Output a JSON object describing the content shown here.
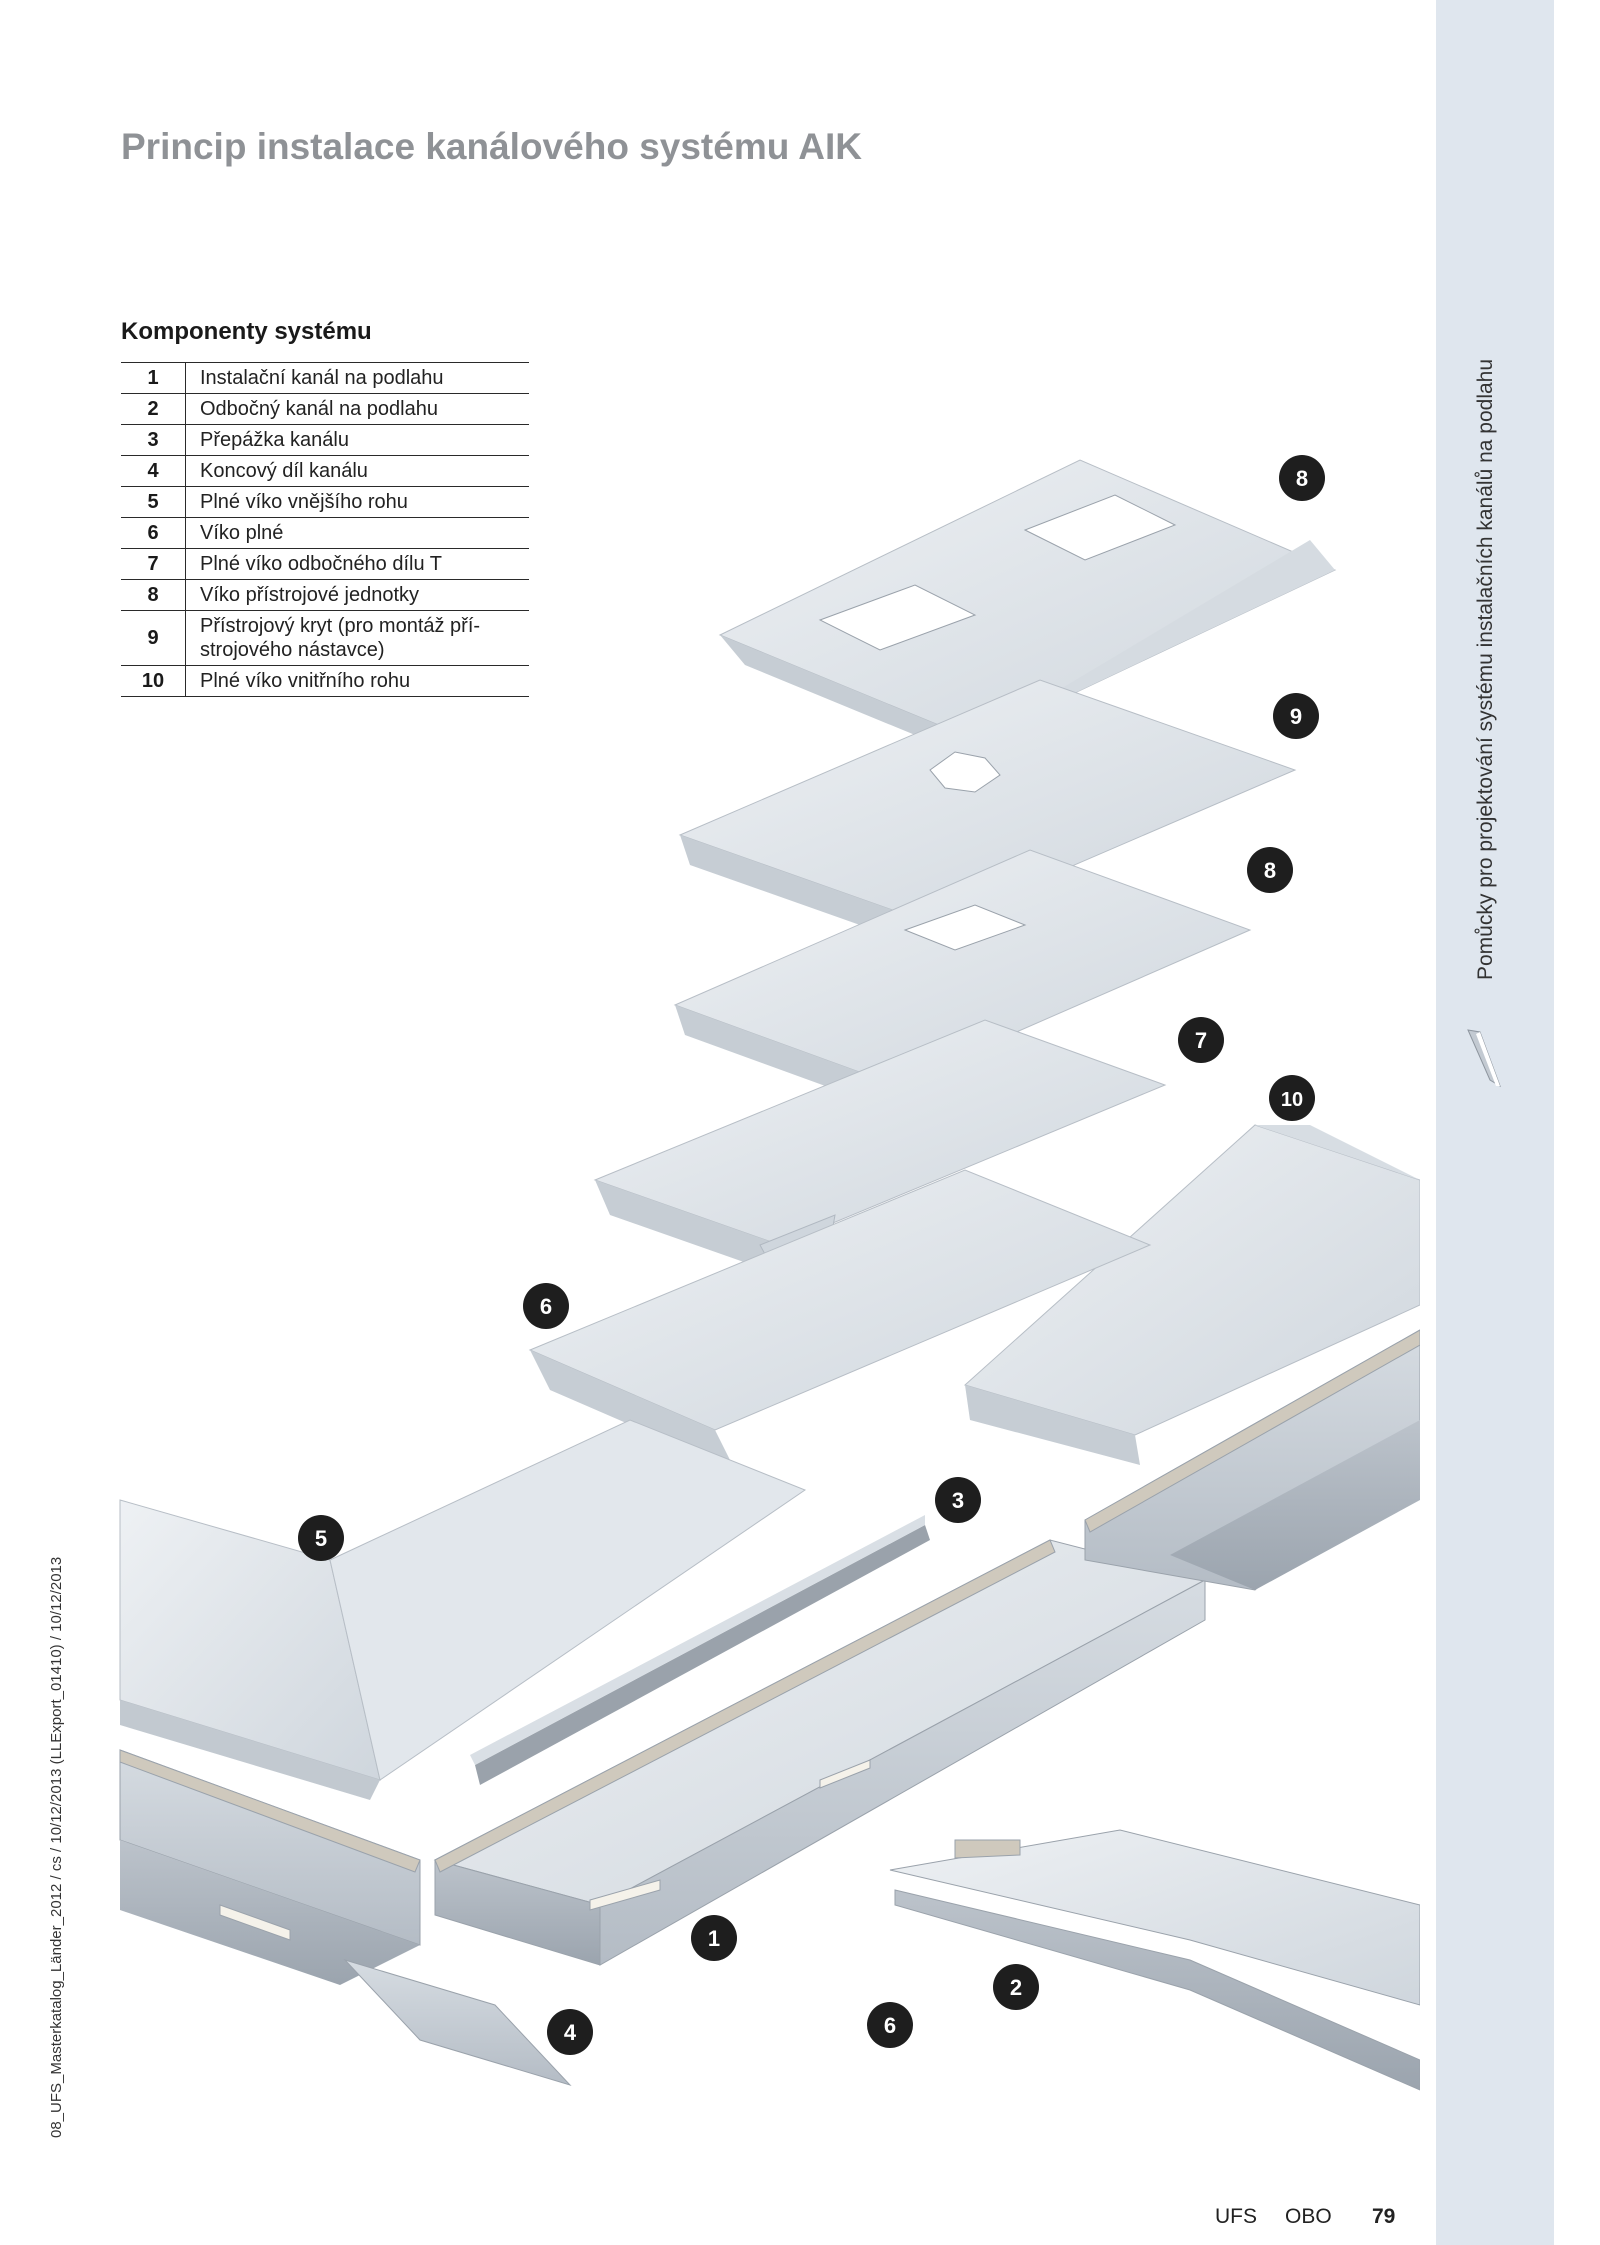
{
  "page": {
    "title": "Princip instalace kanálového systému AIK",
    "section_title": "Komponenty systému",
    "sidebar_text": "Pomůcky pro projektování systému instalačních kanálů na podlahu",
    "left_vertical_text": "08_UFS_Masterkatalog_Länder_2012 / cs / 10/12/2013 (LLExport_01410) / 10/12/2013"
  },
  "components": [
    {
      "num": "1",
      "desc": "Instalační kanál na podlahu"
    },
    {
      "num": "2",
      "desc": "Odbočný kanál na podlahu"
    },
    {
      "num": "3",
      "desc": "Přepážka kanálu"
    },
    {
      "num": "4",
      "desc": "Koncový díl kanálu"
    },
    {
      "num": "5",
      "desc": "Plné víko vnějšího rohu"
    },
    {
      "num": "6",
      "desc": "Víko plné"
    },
    {
      "num": "7",
      "desc": "Plné víko odbočného dílu T"
    },
    {
      "num": "8",
      "desc": "Víko přístrojové jednotky"
    },
    {
      "num": "9",
      "desc": "Přístrojový kryt (pro montáž pří-\nstrojového nástavce)"
    },
    {
      "num": "10",
      "desc": "Plné víko vnitřního rohu"
    }
  ],
  "callouts": {
    "c8a": "8",
    "c9": "9",
    "c8b": "8",
    "c7": "7",
    "c10": "10",
    "c6a": "6",
    "c5": "5",
    "c3": "3",
    "c1": "1",
    "c2": "2",
    "c4": "4",
    "c6b": "6"
  },
  "footer": {
    "brand1": "UFS",
    "brand2": "OBO",
    "page_number": "79"
  },
  "colors": {
    "sidebar": "#dfe6ee",
    "title": "#8f9296",
    "metal_light": "#e3e8ed",
    "metal_mid": "#c9d0d8",
    "metal_dark": "#a9b1ba",
    "callout": "#1e1e1e"
  }
}
